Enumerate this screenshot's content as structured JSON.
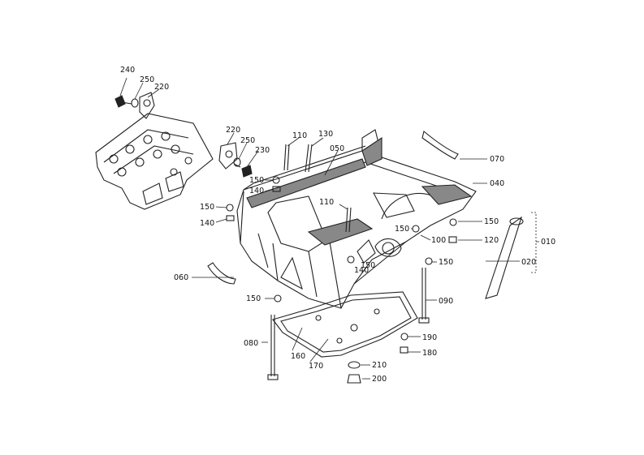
{
  "diagram": {
    "labels": {
      "l240": "240",
      "l250a": "250",
      "l220a": "220",
      "l220b": "220",
      "l250b": "250",
      "l230": "230",
      "l110a": "110",
      "l130": "130",
      "l050": "050",
      "l070": "070",
      "l040": "040",
      "l150a": "150",
      "l140a": "140",
      "l150b": "150",
      "l140b": "140",
      "l110b": "110",
      "l150c": "150",
      "l100": "100",
      "l150d": "150",
      "l120": "120",
      "l010": "010",
      "l150e": "150",
      "l020": "020",
      "l140c": "140",
      "l150f": "150",
      "l060": "060",
      "l150g": "150",
      "l090": "090",
      "l190": "190",
      "l080": "080",
      "l180": "180",
      "l160": "160",
      "l170": "170",
      "l210": "210",
      "l200": "200"
    }
  }
}
